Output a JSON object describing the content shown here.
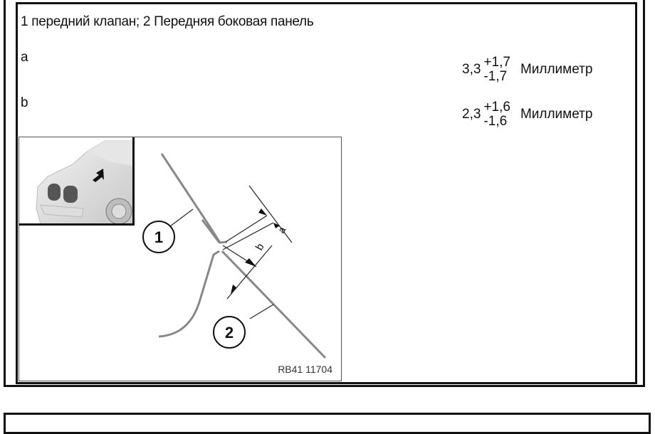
{
  "header": {
    "title": "1 передний клапан; 2 Передняя боковая панель"
  },
  "measurements": [
    {
      "label": "a",
      "nominal": "3,3",
      "tol_plus": "+1,7",
      "tol_minus": "-1,7",
      "unit": "Миллиметр"
    },
    {
      "label": "b",
      "nominal": "2,3",
      "tol_plus": "+1,6",
      "tol_minus": "-1,6",
      "unit": "Миллиметр"
    }
  ],
  "figure": {
    "code": "RB41 11704",
    "callouts": [
      "1",
      "2"
    ],
    "dimension_labels": [
      "a",
      "b"
    ],
    "thumbnail_icon": "car-front-arrow-icon"
  }
}
